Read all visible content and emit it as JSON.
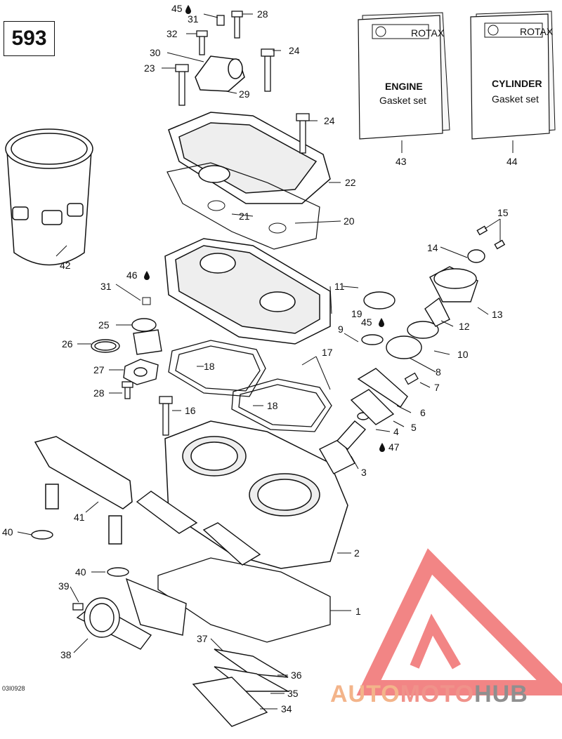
{
  "page_number": "593",
  "drawing_ref": "03I0928",
  "watermark": {
    "part1": "AUTO",
    "part2": "MOTO",
    "part3": "HUB",
    "colors": {
      "auto": "#f3b48a",
      "moto": "#f0928a",
      "hub": "#8f8f8f",
      "logo": "#f07070"
    }
  },
  "manuals": [
    {
      "brand": "ROTAX",
      "title": "ENGINE",
      "subtitle": "Gasket set",
      "callout": "43"
    },
    {
      "brand": "ROTAX",
      "title": "CYLINDER",
      "subtitle": "Gasket set",
      "callout": "44"
    }
  ],
  "callouts": {
    "c1": "1",
    "c2": "2",
    "c3": "3",
    "c4": "4",
    "c5": "5",
    "c6": "6",
    "c7": "7",
    "c8": "8",
    "c9": "9",
    "c10": "10",
    "c11": "11",
    "c12": "12",
    "c13": "13",
    "c14": "14",
    "c15": "15",
    "c16": "16",
    "c17": "17",
    "c18a": "18",
    "c18b": "18",
    "c19": "19",
    "c20": "20",
    "c21": "21",
    "c22": "22",
    "c23": "23",
    "c24a": "24",
    "c24b": "24",
    "c25": "25",
    "c26": "26",
    "c27": "27",
    "c28a": "28",
    "c28b": "28",
    "c29": "29",
    "c30": "30",
    "c31a": "31",
    "c31b": "31",
    "c32": "32",
    "c34": "34",
    "c35": "35",
    "c36": "36",
    "c37": "37",
    "c38": "38",
    "c39": "39",
    "c40a": "40",
    "c40b": "40",
    "c41": "41",
    "c42": "42",
    "c45a": "45",
    "c45b": "45",
    "c46": "46",
    "c47": "47"
  },
  "icons": {
    "lubricant": "oil-drop-icon"
  }
}
